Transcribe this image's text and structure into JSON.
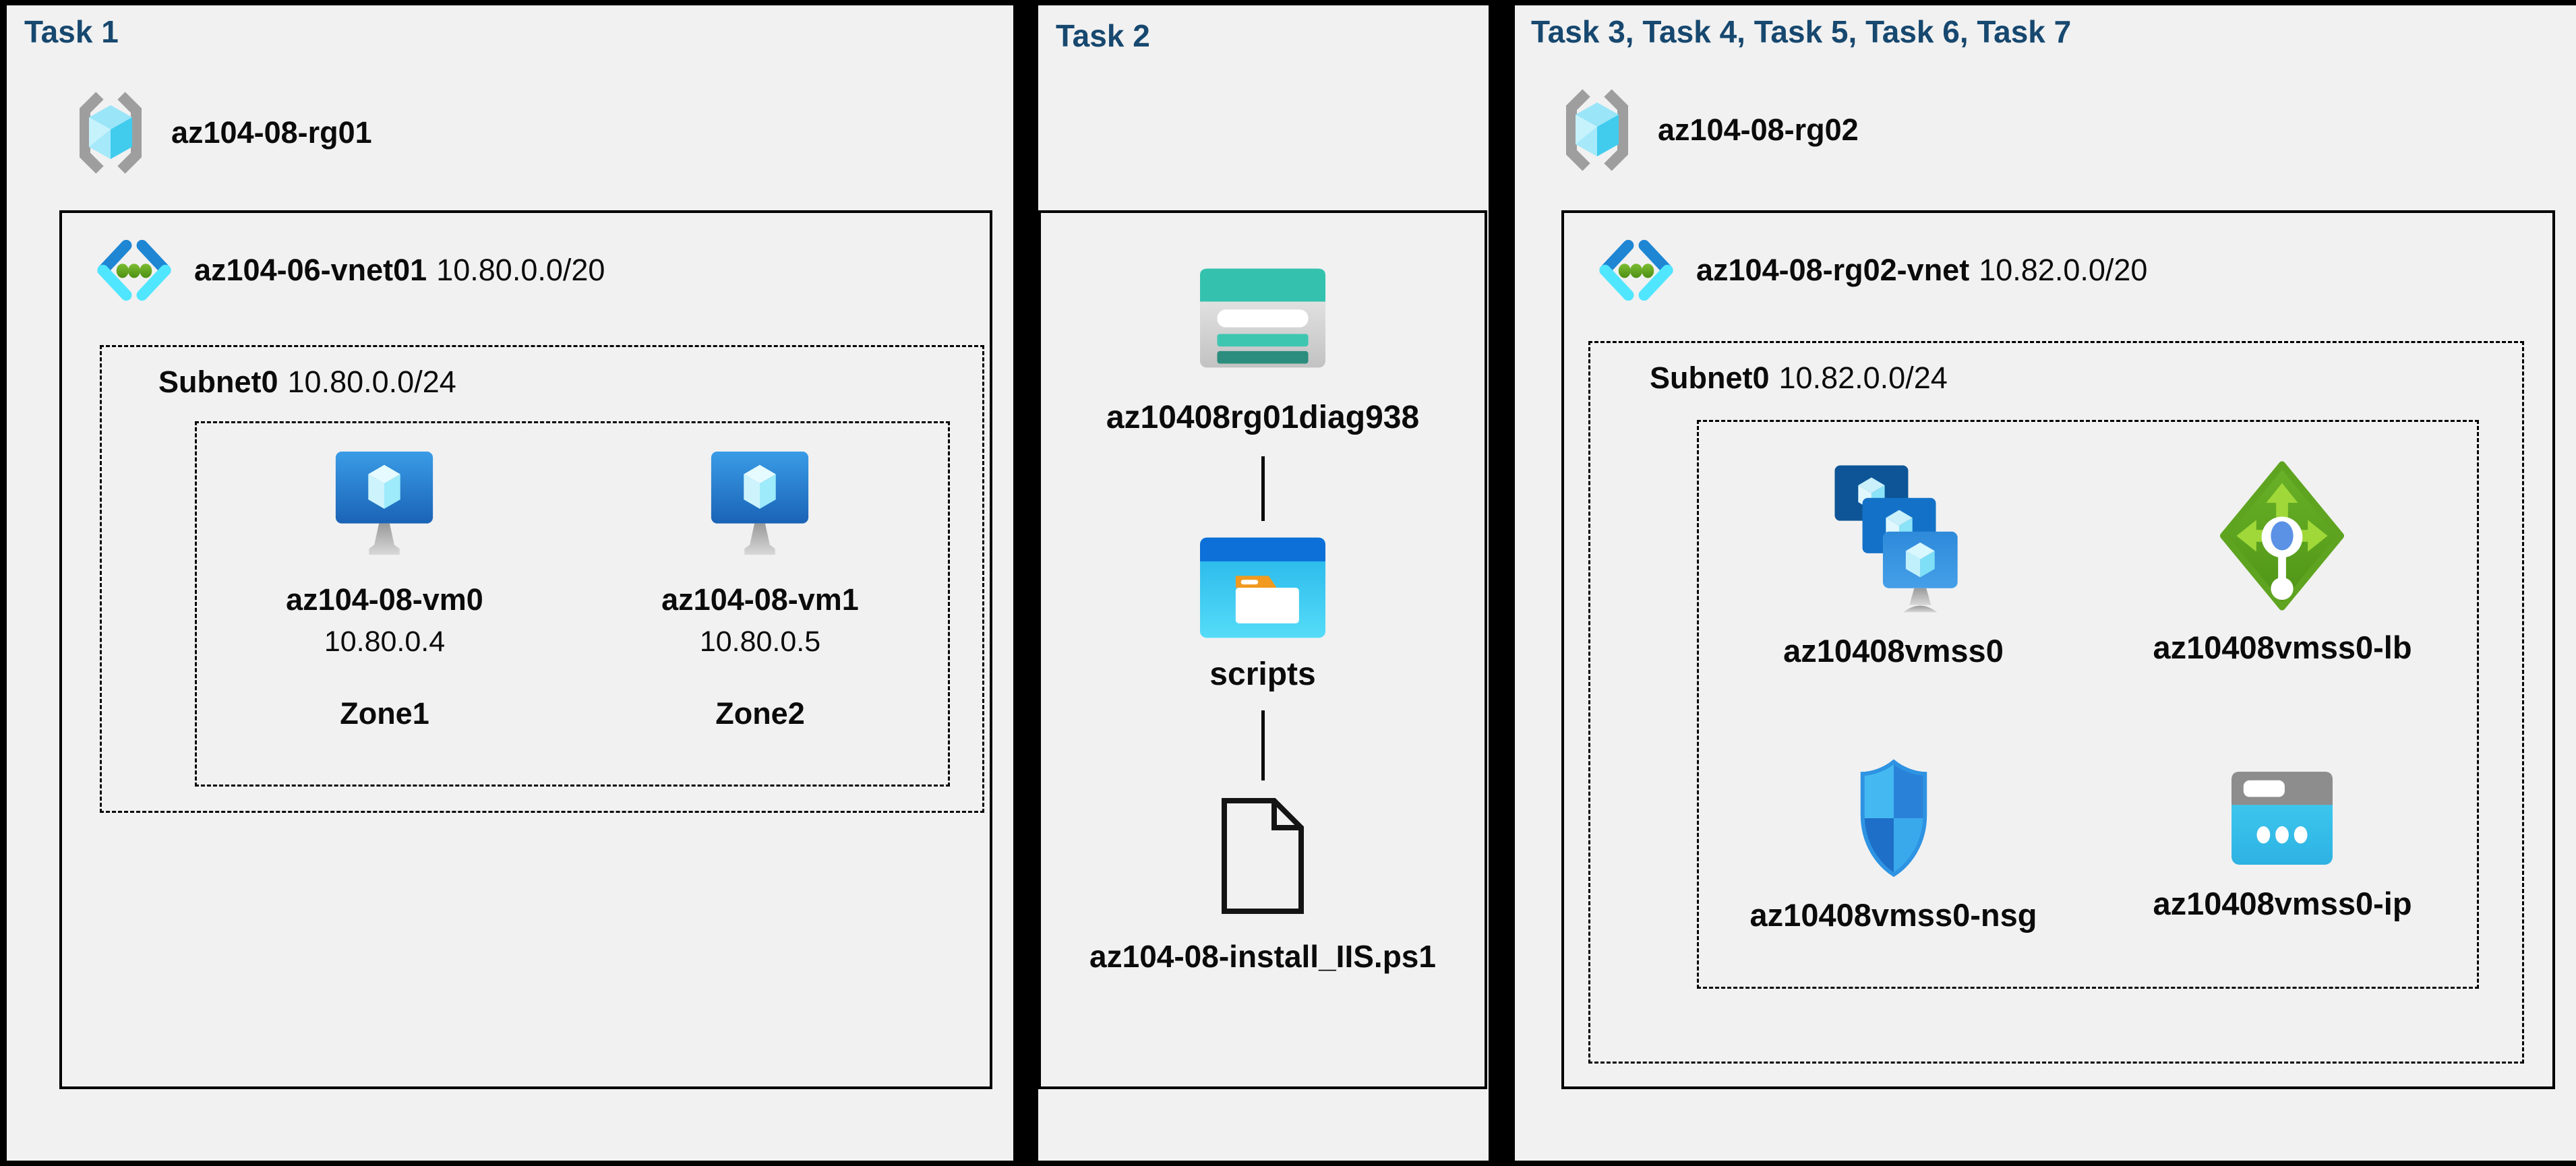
{
  "meta": {
    "diagram_type": "azure-lab-architecture",
    "colors": {
      "panel_background": "#f1f1f1",
      "frame_black": "#000000",
      "title_navy": "#17486f",
      "label_black": "#0b0b0b",
      "vnet_blue": "#1f86d4",
      "vnet_cyan": "#50e6ff",
      "dot_green": "#5a9e22",
      "storage_teal": "#34c2ae",
      "folder_blue": "#0d6fd8",
      "lb_green": "#5ea420",
      "ip_cyan": "#3cc6ef"
    }
  },
  "columns": [
    {
      "title": "Task 1",
      "resource_group": {
        "icon": "resource-group-icon",
        "name": "az104-08-rg01"
      },
      "vnet": {
        "icon": "virtual-network-icon",
        "name": "az104-06-vnet01",
        "cidr": "10.80.0.0/20"
      },
      "subnet": {
        "name": "Subnet0",
        "cidr": "10.80.0.0/24"
      },
      "vms": [
        {
          "icon": "virtual-machine-icon",
          "name": "az104-08-vm0",
          "ip": "10.80.0.4",
          "zone": "Zone1"
        },
        {
          "icon": "virtual-machine-icon",
          "name": "az104-08-vm1",
          "ip": "10.80.0.5",
          "zone": "Zone2"
        }
      ]
    },
    {
      "title": "Task 2",
      "chain": [
        {
          "icon": "storage-account-icon",
          "label": "az10408rg01diag938"
        },
        {
          "icon": "blob-container-icon",
          "label": "scripts"
        },
        {
          "icon": "file-icon",
          "label": "az104-08-install_IIS.ps1"
        }
      ]
    },
    {
      "title": "Task 3, Task 4, Task 5, Task 6, Task 7",
      "resource_group": {
        "icon": "resource-group-icon",
        "name": "az104-08-rg02"
      },
      "vnet": {
        "icon": "virtual-network-icon",
        "name": "az104-08-rg02-vnet",
        "cidr": "10.82.0.0/20"
      },
      "subnet": {
        "name": "Subnet0",
        "cidr": "10.82.0.0/24"
      },
      "resources": [
        {
          "icon": "vm-scale-set-icon",
          "label": "az10408vmss0"
        },
        {
          "icon": "load-balancer-icon",
          "label": "az10408vmss0-lb"
        },
        {
          "icon": "network-security-group-icon",
          "label": "az10408vmss0-nsg"
        },
        {
          "icon": "public-ip-icon",
          "label": "az10408vmss0-ip"
        }
      ]
    }
  ]
}
